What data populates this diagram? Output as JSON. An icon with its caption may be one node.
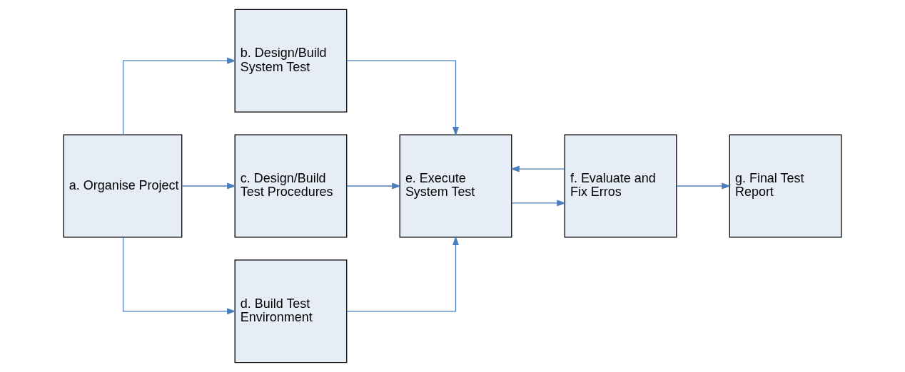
{
  "diagram": {
    "nodes": [
      {
        "text": [
          "a. Organise Project"
        ]
      },
      {
        "text": [
          "b. Design/Build System Test"
        ]
      },
      {
        "text": [
          "c. Design/Build Test Procedures"
        ]
      },
      {
        "text": [
          "d. Build Test Environment"
        ]
      },
      {
        "text": [
          "e. Execute System Test"
        ]
      },
      {
        "text": [
          "f. Evaluate and Fix Erros"
        ]
      },
      {
        "text": [
          "g. Final Test Report"
        ]
      }
    ],
    "edges": [
      {
        "from": 0,
        "to": 1,
        "arrow": "to"
      },
      {
        "from": 0,
        "to": 2,
        "arrow": "to"
      },
      {
        "from": 0,
        "to": 3,
        "arrow": "to"
      },
      {
        "from": 1,
        "to": 4,
        "arrow": "to"
      },
      {
        "from": 2,
        "to": 4,
        "arrow": "to"
      },
      {
        "from": 3,
        "to": 4,
        "arrow": "to"
      },
      {
        "from": 4,
        "to": 5,
        "arrow": "to"
      },
      {
        "from": 5,
        "to": 6,
        "arrow": "to"
      },
      {
        "from": 5,
        "to": 4,
        "arrow": "to"
      }
    ]
  }
}
